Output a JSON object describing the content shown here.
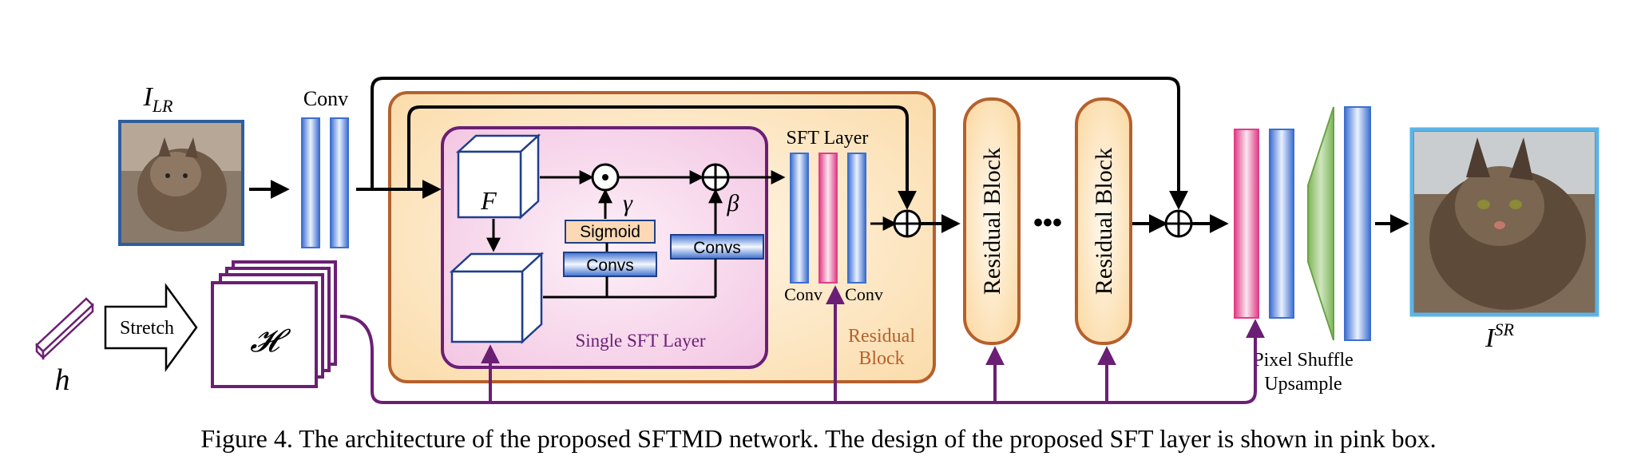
{
  "labels": {
    "lr_image": "I",
    "lr_sub": "LR",
    "conv_top": "Conv",
    "stretch": "Stretch",
    "kernel_h": "h",
    "kernel_H": "𝓗",
    "F": "F",
    "sigmoid": "Sigmoid",
    "convs_left": "Convs",
    "convs_right": "Convs",
    "gamma": "γ",
    "beta": "β",
    "single_sft": "Single SFT Layer",
    "sft_layer": "SFT Layer",
    "conv_a": "Conv",
    "conv_b": "Conv",
    "residual_block_line1": "Residual",
    "residual_block_line2": "Block",
    "residual_block_1": "Residual Block",
    "residual_block_2": "Residual Block",
    "ellipsis": "•••",
    "pixel_shuffle_line1": "Pixel Shuffle",
    "pixel_shuffle_line2": "Upsample",
    "sr_image": "I",
    "sr_sup": "SR"
  },
  "caption": "Figure 4. The architecture of the proposed SFTMD network. The design of the proposed SFT layer is shown in pink box.",
  "colors": {
    "blue": "#4a7fd6",
    "pink": "#e2508f",
    "purple": "#6b1f74",
    "orange_border": "#b6602c",
    "orange_fill": "#fde9c8",
    "pink_fill": "#f8dcef",
    "green": "#8fc170",
    "sky": "#5ab4e6"
  }
}
